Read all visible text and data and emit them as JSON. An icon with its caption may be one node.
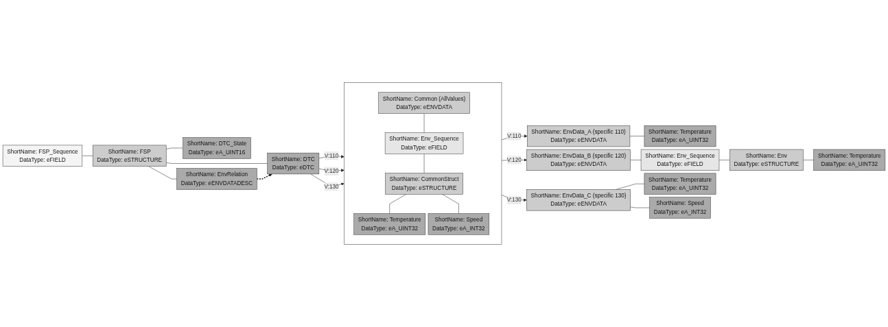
{
  "diagram": {
    "nodes": [
      {
        "text": [
          "ShortName: FSP_Sequence",
          "DataType: eFIELD"
        ]
      },
      {
        "text": [
          "ShortName: FSP",
          "DataType: eSTRUCTURE"
        ]
      },
      {
        "text": [
          "ShortName: DTC",
          "DataType: eDTC"
        ]
      },
      {
        "text": [
          "ShortName: DTC_State",
          "DataType: eA_UINT16"
        ]
      },
      {
        "text": [
          "ShortName: EnvRelation",
          "DataType: eENVDATADESC"
        ]
      },
      {
        "text": [],
        "shape": "box"
      },
      {
        "text": [
          "ShortName: Common (AllValues)",
          "DataType: eENVDATA"
        ],
        "in": 5
      },
      {
        "text": [
          "ShortName: Env_Sequence",
          "DataType: eFIELD"
        ],
        "in": 5
      },
      {
        "text": [
          "ShortName: CommonStruct",
          "DataType: eSTRUCTURE"
        ],
        "in": 5
      },
      {
        "text": [
          "ShortName: Temperature",
          "DataType: eA_UINT32"
        ],
        "in": 5
      },
      {
        "text": [
          "ShortName: Speed",
          "DataType: eA_INT32"
        ],
        "in": 5
      },
      {
        "text": [
          "ShortName: EnvData_A (specific 110)",
          "DataType: eENVDATA"
        ]
      },
      {
        "text": [
          "ShortName: Temperature",
          "DataType: eA_UINT32"
        ]
      },
      {
        "text": [
          "ShortName: EnvData_B (specific 120)",
          "DataType: eENVDATA"
        ]
      },
      {
        "text": [
          "ShortName: Env_Sequence",
          "DataType: eFIELD"
        ]
      },
      {
        "text": [
          "ShortName: Env",
          "DataType: eSTRUCTURE"
        ]
      },
      {
        "text": [
          "ShortName: Temperature",
          "DataType: eA_UINT32"
        ]
      },
      {
        "text": [
          "ShortName: EnvData_C (specific 130)",
          "DataType: eENVDATA"
        ]
      },
      {
        "text": [
          "ShortName: Temperature",
          "DataType: eA_UINT32"
        ]
      },
      {
        "text": [
          "ShortName: Speed",
          "DataType: eA_INT32"
        ]
      }
    ],
    "edges": [
      {
        "from": 0,
        "to": 1,
        "arrow": "none"
      },
      {
        "from": 1,
        "to": 2,
        "arrow": "none"
      },
      {
        "from": 1,
        "to": 3,
        "arrow": "none"
      },
      {
        "from": 1,
        "to": 4,
        "arrow": "none"
      },
      {
        "from": 2,
        "to": 5,
        "arrow": "to",
        "label": "V:110"
      },
      {
        "from": 2,
        "to": 5,
        "arrow": "to",
        "label": "V:120"
      },
      {
        "from": 2,
        "to": 5,
        "arrow": "to",
        "label": "V:130"
      },
      {
        "from": 4,
        "to": 2,
        "arrow": "to",
        "style": "dashed"
      },
      {
        "from": 6,
        "to": 7,
        "arrow": "none"
      },
      {
        "from": 7,
        "to": 8,
        "arrow": "none"
      },
      {
        "from": 8,
        "to": 9,
        "arrow": "none"
      },
      {
        "from": 8,
        "to": 10,
        "arrow": "none"
      },
      {
        "from": 5,
        "to": 11,
        "arrow": "to",
        "label": "V:110"
      },
      {
        "from": 5,
        "to": 13,
        "arrow": "to",
        "label": "V:120"
      },
      {
        "from": 5,
        "to": 17,
        "arrow": "to",
        "label": "V:130"
      },
      {
        "from": 11,
        "to": 12,
        "arrow": "none"
      },
      {
        "from": 13,
        "to": 14,
        "arrow": "none"
      },
      {
        "from": 14,
        "to": 15,
        "arrow": "none"
      },
      {
        "from": 15,
        "to": 16,
        "arrow": "none"
      },
      {
        "from": 17,
        "to": 18,
        "arrow": "none"
      },
      {
        "from": 17,
        "to": 19,
        "arrow": "none"
      }
    ]
  }
}
